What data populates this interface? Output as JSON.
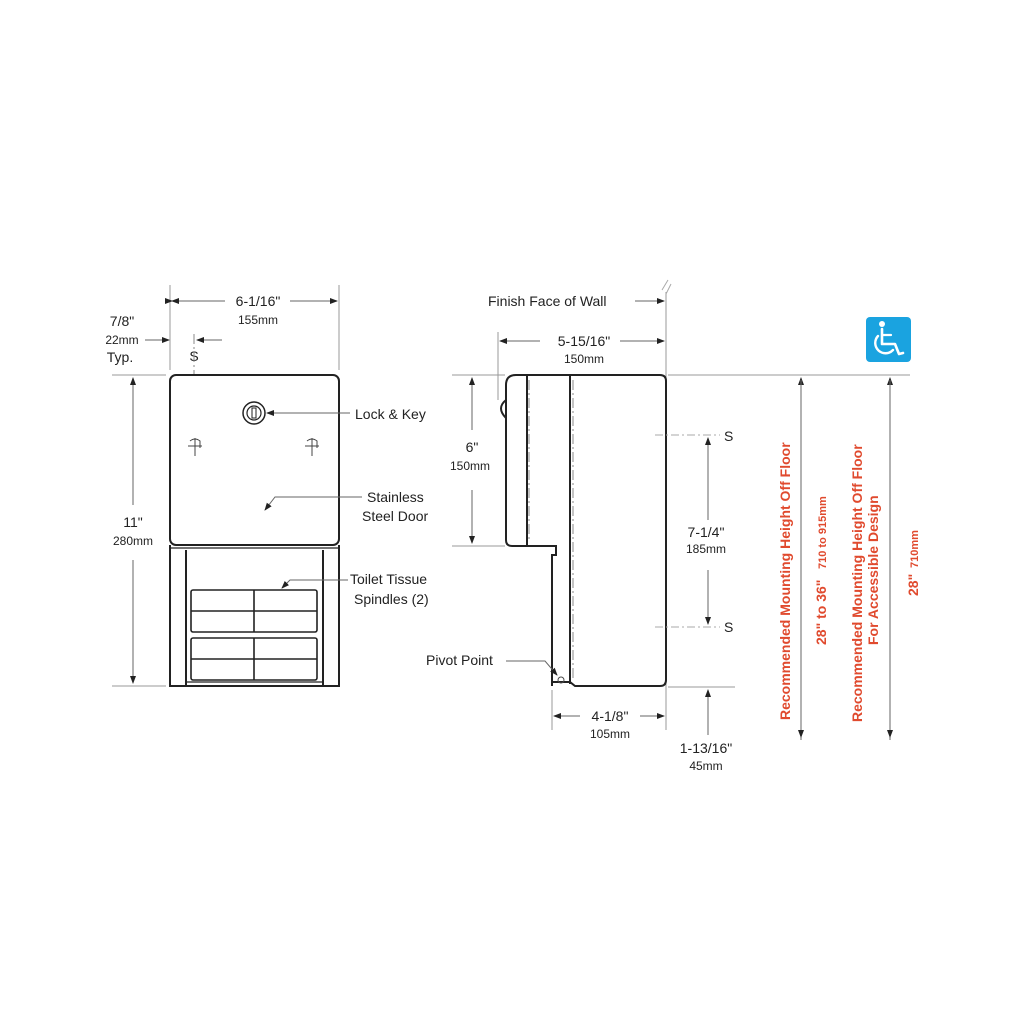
{
  "front_view": {
    "width_in": "6-1/16\"",
    "width_mm": "155mm",
    "offset_in": "7/8\"",
    "offset_mm": "22mm",
    "offset_note": "Typ.",
    "stud_marker": "S",
    "height_in": "11\"",
    "height_mm": "280mm",
    "callouts": {
      "lock": "Lock & Key",
      "door_line1": "Stainless",
      "door_line2": "Steel Door",
      "spindles_line1": "Toilet Tissue",
      "spindles_line2": "Spindles (2)"
    }
  },
  "side_view": {
    "wall_label": "Finish Face of Wall",
    "depth_in": "5-15/16\"",
    "depth_mm": "150mm",
    "upper_height_in": "6\"",
    "upper_height_mm": "150mm",
    "stud_spacing_in": "7-1/4\"",
    "stud_spacing_mm": "185mm",
    "stud_marker_top": "S",
    "stud_marker_bottom": "S",
    "pivot_label": "Pivot Point",
    "bottom_depth_in": "4-1/8\"",
    "bottom_depth_mm": "105mm",
    "bottom_offset_in": "1-13/16\"",
    "bottom_offset_mm": "45mm"
  },
  "mounting": {
    "standard_label": "Recommended Mounting Height Off Floor",
    "standard_value_in": "28\" to 36\"",
    "standard_value_mm": "710 to 915mm",
    "accessible_label_line1": "Recommended Mounting Height Off Floor",
    "accessible_label_line2": "For Accessible Design",
    "accessible_value_in": "28\"",
    "accessible_value_mm": "710mm",
    "accessibility_icon": "wheelchair-icon",
    "accent_color": "#e04a2e",
    "icon_color": "#1aa3e0"
  }
}
